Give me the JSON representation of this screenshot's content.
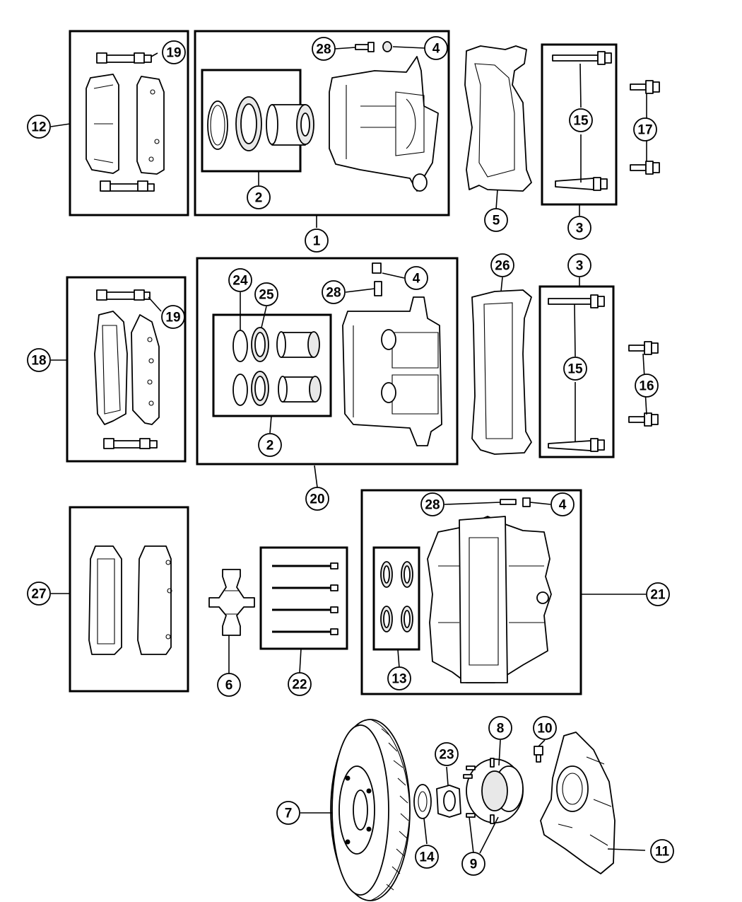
{
  "diagram": {
    "callouts": [
      {
        "id": "c1",
        "label": "1"
      },
      {
        "id": "c2a",
        "label": "2"
      },
      {
        "id": "c2b",
        "label": "2"
      },
      {
        "id": "c3a",
        "label": "3"
      },
      {
        "id": "c3b",
        "label": "3"
      },
      {
        "id": "c4a",
        "label": "4"
      },
      {
        "id": "c4b",
        "label": "4"
      },
      {
        "id": "c4c",
        "label": "4"
      },
      {
        "id": "c5",
        "label": "5"
      },
      {
        "id": "c6",
        "label": "6"
      },
      {
        "id": "c7",
        "label": "7"
      },
      {
        "id": "c8",
        "label": "8"
      },
      {
        "id": "c9",
        "label": "9"
      },
      {
        "id": "c10",
        "label": "10"
      },
      {
        "id": "c11",
        "label": "11"
      },
      {
        "id": "c12",
        "label": "12"
      },
      {
        "id": "c13",
        "label": "13"
      },
      {
        "id": "c14",
        "label": "14"
      },
      {
        "id": "c15a",
        "label": "15"
      },
      {
        "id": "c15b",
        "label": "15"
      },
      {
        "id": "c16",
        "label": "16"
      },
      {
        "id": "c17",
        "label": "17"
      },
      {
        "id": "c18",
        "label": "18"
      },
      {
        "id": "c19a",
        "label": "19"
      },
      {
        "id": "c19b",
        "label": "19"
      },
      {
        "id": "c20",
        "label": "20"
      },
      {
        "id": "c21",
        "label": "21"
      },
      {
        "id": "c22",
        "label": "22"
      },
      {
        "id": "c23",
        "label": "23"
      },
      {
        "id": "c24",
        "label": "24"
      },
      {
        "id": "c25",
        "label": "25"
      },
      {
        "id": "c26",
        "label": "26"
      },
      {
        "id": "c27",
        "label": "27"
      },
      {
        "id": "c28a",
        "label": "28"
      },
      {
        "id": "c28b",
        "label": "28"
      },
      {
        "id": "c28c",
        "label": "28"
      }
    ]
  }
}
